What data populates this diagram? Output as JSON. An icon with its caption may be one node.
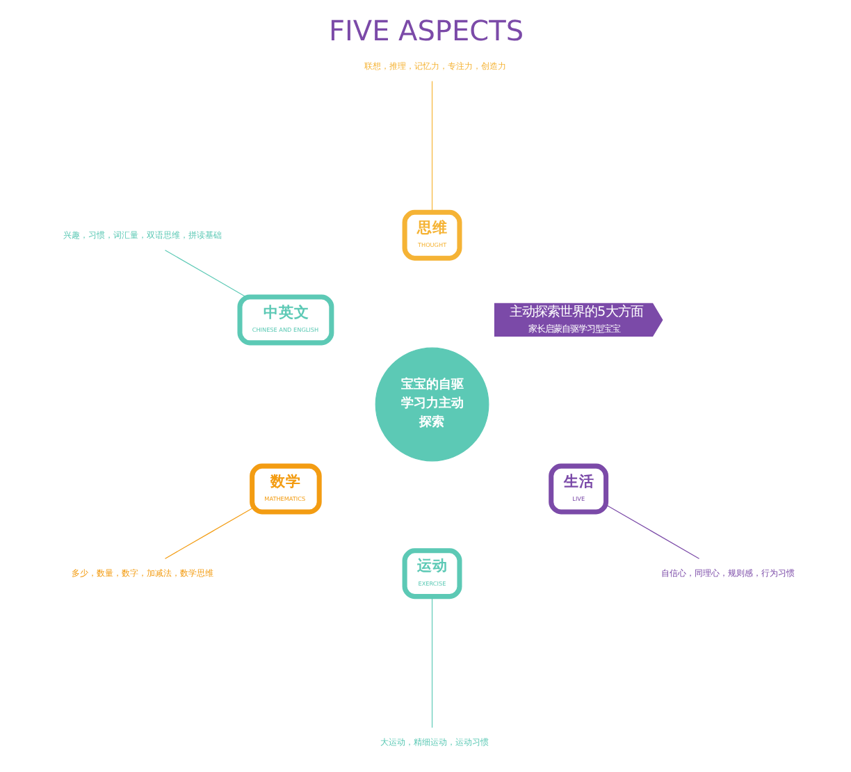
{
  "diagram": {
    "title": "FIVE ASPECTS",
    "nodes": [
      {
        "text": [
          "主动探索世界的5大方面",
          "家长启蒙自驱学习型宝宝"
        ]
      },
      {
        "text": [
          "宝宝的自驱学习力主动探索"
        ]
      },
      {
        "text": [
          "思维",
          "THOUGHT"
        ]
      },
      {
        "text": [
          "中英文",
          "CHINESE AND ENGLISH"
        ]
      },
      {
        "text": [
          "数学",
          "MATHEMATICS"
        ]
      },
      {
        "text": [
          "运动",
          "EXERCISE"
        ]
      },
      {
        "text": [
          "生活",
          "LIVE"
        ]
      },
      {
        "text": [
          "联想，推理，记忆力，专注力，创造力"
        ]
      },
      {
        "text": [
          "兴趣，习惯，词汇量，双语思维，拼读基础"
        ]
      },
      {
        "text": [
          "多少，数量，数字，加减法，数学思维"
        ]
      },
      {
        "text": [
          "大运动，精细运动，运动习惯"
        ]
      },
      {
        "text": [
          "自信心，同理心，规则感，行为习惯"
        ]
      }
    ],
    "edges": [
      {
        "from": 7,
        "to": 2,
        "arrow": "none",
        "color": "#f5b335"
      },
      {
        "from": 8,
        "to": 3,
        "arrow": "none",
        "color": "#5cc9b5"
      },
      {
        "from": 9,
        "to": 4,
        "arrow": "none",
        "color": "#f39c12"
      },
      {
        "from": 10,
        "to": 5,
        "arrow": "none",
        "color": "#5cc9b5"
      },
      {
        "from": 11,
        "to": 6,
        "arrow": "none",
        "color": "#7b4aa8"
      }
    ]
  }
}
